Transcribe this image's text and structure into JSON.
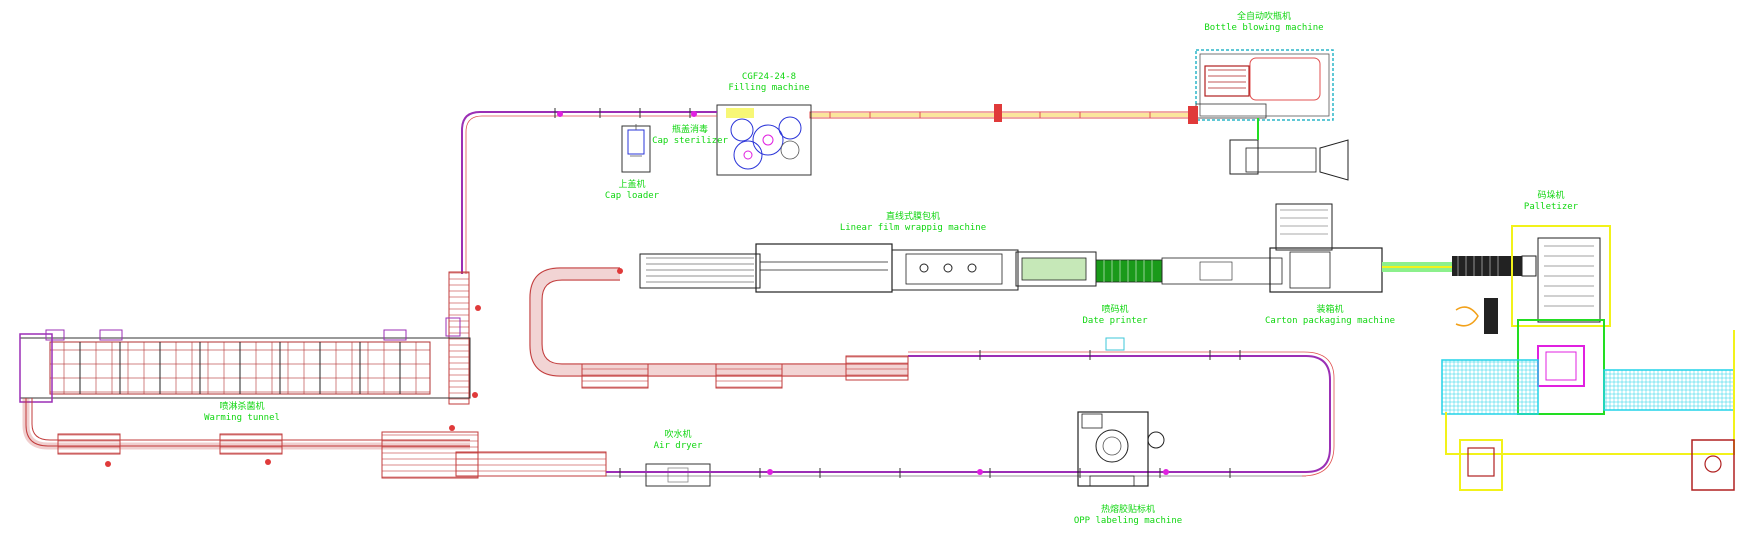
{
  "machines": {
    "bottle_blowing": {
      "cn": "全自动吹瓶机",
      "en": "Bottle blowing machine"
    },
    "filling": {
      "cn": "CGF24-24-8",
      "en": "Filling machine"
    },
    "cap_sterilizer": {
      "cn": "瓶盖消毒",
      "en": "Cap sterilizer"
    },
    "cap_loader": {
      "cn": "上盖机",
      "en": "Cap loader"
    },
    "film_wrapping": {
      "cn": "直线式膜包机",
      "en": "Linear film wrappig machine"
    },
    "date_printer": {
      "cn": "喷码机",
      "en": "Date printer"
    },
    "carton_packaging": {
      "cn": "装箱机",
      "en": "Carton packaging machine"
    },
    "palletizer": {
      "cn": "码垛机",
      "en": "Palletizer"
    },
    "warming_tunnel": {
      "cn": "喷淋杀菌机",
      "en": "Warming tunnel"
    },
    "air_dryer": {
      "cn": "吹水机",
      "en": "Air dryer"
    },
    "opp_labeling": {
      "cn": "热熔胶贴标机",
      "en": "OPP labeling machine"
    }
  },
  "colors": {
    "label": "#11d611",
    "conveyor": "#c23b3b",
    "conveyor_chain": "#9b2fb5",
    "structure": "#333333",
    "accent_cyan": "#22d3e8",
    "accent_yellow": "#f2f21a",
    "accent_green": "#22dd22",
    "accent_blue": "#2a34d8",
    "accent_magenta": "#e020e0"
  }
}
